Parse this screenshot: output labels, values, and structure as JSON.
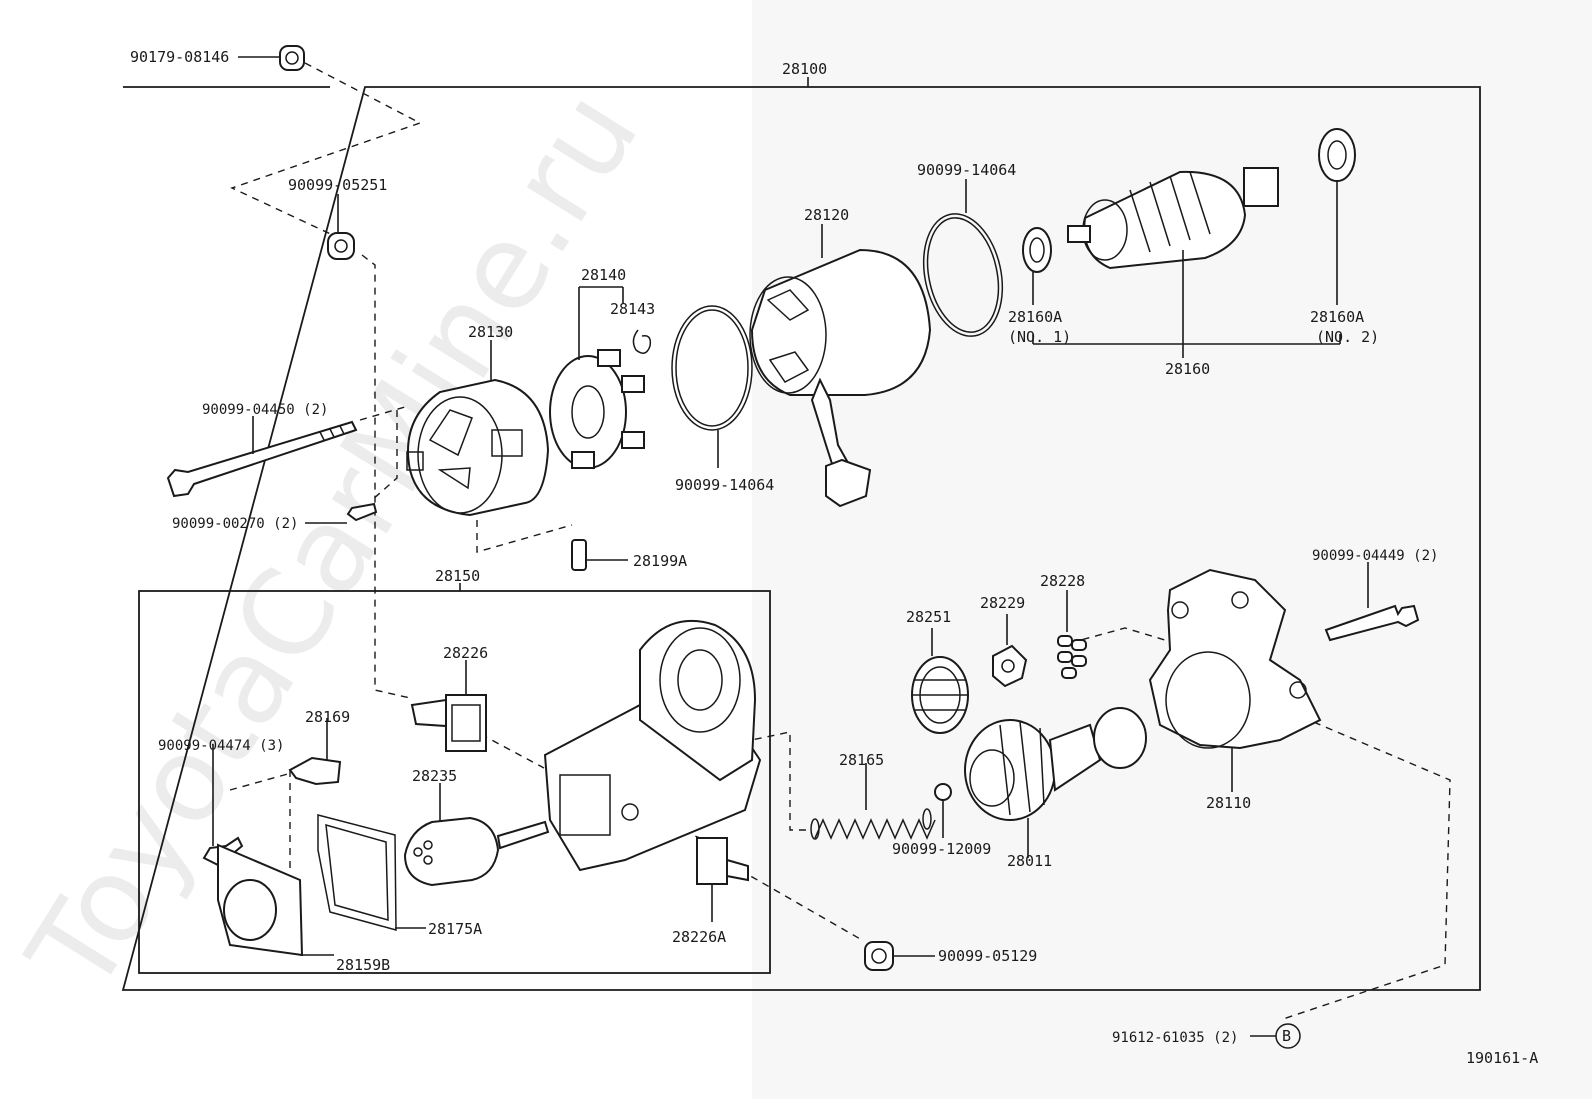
{
  "watermark": "ToyotaCarMine.ru",
  "diagram_id": "190161-A",
  "labels": {
    "p90179_08146": "90179-08146",
    "p28100": "28100",
    "p90099_05251": "90099-05251",
    "p90099_14064_top": "90099-14064",
    "p28120": "28120",
    "p28140": "28140",
    "p28143": "28143",
    "p28130": "28130",
    "p28160A_1": "28160A",
    "p28160A_1_sub": "(NO. 1)",
    "p28160A_2": "28160A",
    "p28160A_2_sub": "(NO. 2)",
    "p28160": "28160",
    "p90099_04450": "90099-04450 (2)",
    "p90099_14064_bot": "90099-14064",
    "p90099_00270": "90099-00270 (2)",
    "p28199A": "28199A",
    "p28150": "28150",
    "p28228": "28228",
    "p90099_04449": "90099-04449 (2)",
    "p28251": "28251",
    "p28229": "28229",
    "p28226": "28226",
    "p28169": "28169",
    "p90099_04474": "90099-04474 (3)",
    "p28235": "28235",
    "p28165": "28165",
    "p90099_12009": "90099-12009",
    "p28011": "28011",
    "p28110": "28110",
    "p28175A": "28175A",
    "p28226A": "28226A",
    "p28159B": "28159B",
    "p90099_05129": "90099-05129",
    "p91612_61035": "91612-61035 (2)",
    "ref_b": "B"
  }
}
